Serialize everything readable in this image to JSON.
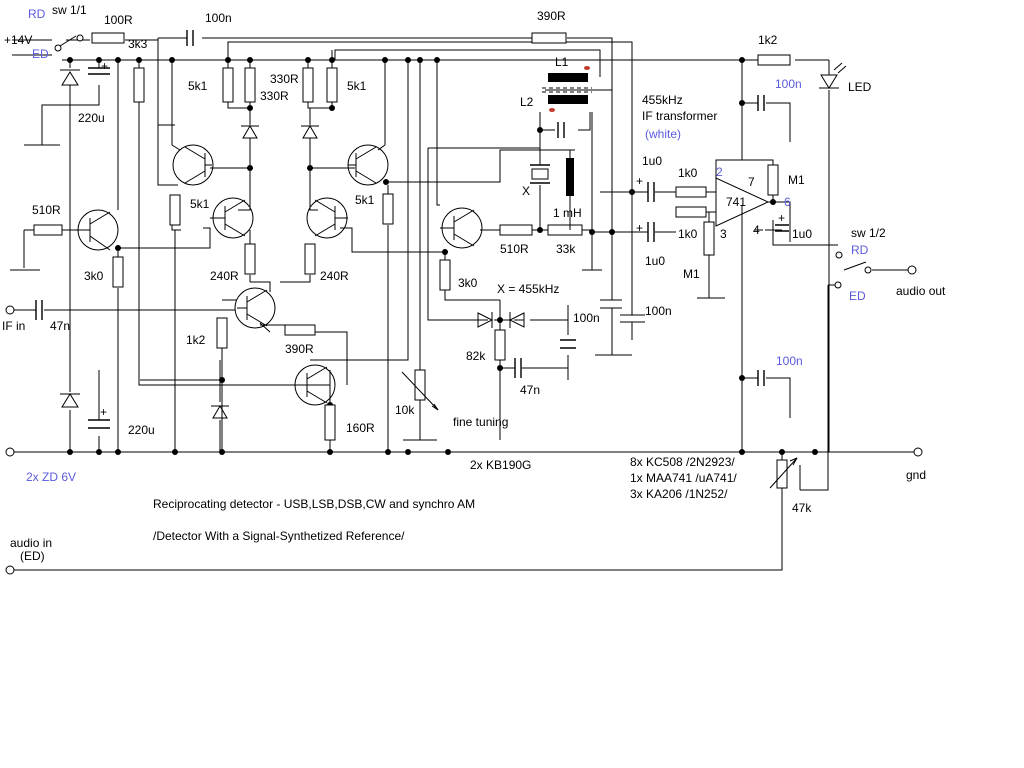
{
  "labels": {
    "rd1": "RD",
    "sw11": "sw 1/1",
    "v14": "+14V",
    "ed1": "ED",
    "r100": "100R",
    "r3k3": "3k3",
    "c100n_top": "100n",
    "r390_top": "390R",
    "r5k1_a": "5k1",
    "r330_a": "330R",
    "r330_b": "330R",
    "r5k1_b": "5k1",
    "r1k2_top": "1k2",
    "l1": "L1",
    "l2": "L2",
    "led": "LED",
    "c100n_r1": "100n",
    "c220u_a": "220u",
    "if455": "455kHz",
    "iftr": "IF transformer",
    "white": "(white)",
    "r510_a": "510R",
    "r5k1_c": "5k1",
    "r5k1_d": "5k1",
    "xtal": "X",
    "mh": "1 mH",
    "c1u0_a": "1u0",
    "r1k0_a": "1k0",
    "pin2": "2",
    "pin7": "7",
    "m1_a": "M1",
    "opamp": "741",
    "pin6": "6",
    "r1k0_b": "1k0",
    "pin3": "3",
    "pin4": "4",
    "c1u0_c": "1u0",
    "sw12": "sw 1/2",
    "rd2": "RD",
    "ed2": "ED",
    "audio_out": "audio out",
    "r3k0_a": "3k0",
    "r240_a": "240R",
    "r240_b": "240R",
    "r510_b": "510R",
    "r33k": "33k",
    "r3k0_b": "3k0",
    "x455": "X = 455kHz",
    "c1u0_b": "1u0",
    "m1_b": "M1",
    "if_in": "IF in",
    "c47n_a": "47n",
    "c100n_m1": "100n",
    "c100n_m2": "100n",
    "r1k2_mid": "1k2",
    "r390_mid": "390R",
    "r82k": "82k",
    "c47n_b": "47n",
    "c100n_r2": "100n",
    "r10k": "10k",
    "fine": "fine tuning",
    "r160": "160R",
    "c220u_b": "220u",
    "zd": "2x ZD 6V",
    "kb": "2x KB190G",
    "parts1": "8x KC508   /2N2923/",
    "parts2": "1x  MAA741  /uA741/",
    "parts3": "3x  KA206 /1N252/",
    "gnd": "gnd",
    "r47k": "47k",
    "title1": "Reciprocating detector - USB,LSB,DSB,CW and synchro AM",
    "title2": "/Detector With a Signal-Synthetized Reference/",
    "audio_in1": "audio in",
    "audio_in2": "(ED)"
  },
  "colors": {
    "blue_label": "#5a5adc",
    "ink": "#000000",
    "marker": "#c0392b"
  }
}
